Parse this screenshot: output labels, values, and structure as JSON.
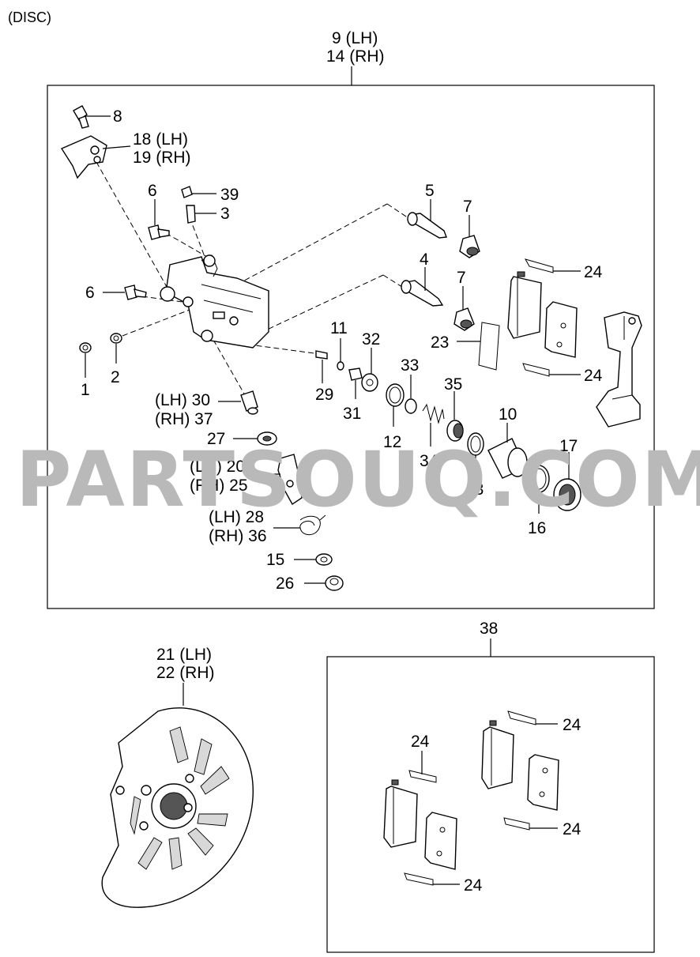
{
  "header": {
    "title": "(DISC)"
  },
  "watermark": "PARTSOUQ.COM",
  "main_assembly": {
    "label_line1": "9 (LH)",
    "label_line2": "14 (RH)"
  },
  "pad_kit": {
    "label": "38"
  },
  "dust_cover": {
    "label_line1": "21 (LH)",
    "label_line2": "22 (RH)"
  },
  "callouts": {
    "p8": "8",
    "p18_19_a": "18 (LH)",
    "p18_19_b": "19 (RH)",
    "p6a": "6",
    "p39": "39",
    "p3": "3",
    "p6b": "6",
    "p5": "5",
    "p7a": "7",
    "p4": "4",
    "p7b": "7",
    "p24a": "24",
    "p24b": "24",
    "p23": "23",
    "p1": "1",
    "p2": "2",
    "p11": "11",
    "p32": "32",
    "p33": "33",
    "p29": "29",
    "p31": "31",
    "p35": "35",
    "p10": "10",
    "p17": "17",
    "p12": "12",
    "p34": "34",
    "p13": "13",
    "p16": "16",
    "p30_37_a": "(LH) 30",
    "p30_37_b": "(RH) 37",
    "p27": "27",
    "p20_25_a": "(LH) 20",
    "p20_25_b": "(RH) 25",
    "p28_36_a": "(LH) 28",
    "p28_36_b": "(RH) 36",
    "p15": "15",
    "p26": "26",
    "k24a": "24",
    "k24b": "24",
    "k24c": "24",
    "k24d": "24"
  },
  "icons": [
    "caliper-body",
    "caliper-bracket",
    "brake-pad",
    "pad-shim",
    "piston",
    "seal-ring",
    "bolt",
    "bleeder-screw",
    "spring",
    "dust-shield"
  ]
}
